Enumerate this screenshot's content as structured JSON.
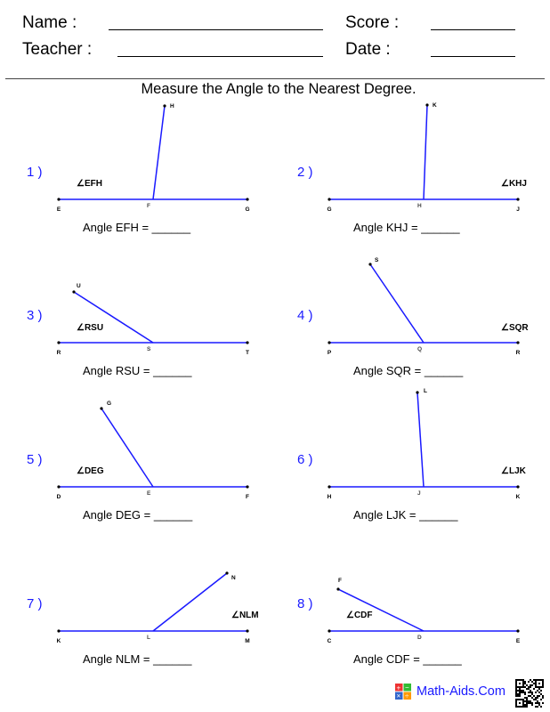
{
  "header": {
    "name_label": "Name :",
    "teacher_label": "Teacher :",
    "score_label": "Score :",
    "date_label": "Date :"
  },
  "title": "Measure the Angle to the Nearest Degree.",
  "problems": [
    {
      "number": "1 )",
      "angle_label": "∠EFH",
      "answer_text": "Angle EFH = ______",
      "points": [
        "E",
        "F",
        "G",
        "H"
      ]
    },
    {
      "number": "2 )",
      "angle_label": "∠KHJ",
      "answer_text": "Angle KHJ = ______",
      "points": [
        "G",
        "H",
        "J",
        "K"
      ]
    },
    {
      "number": "3 )",
      "angle_label": "∠RSU",
      "answer_text": "Angle RSU = ______",
      "points": [
        "R",
        "S",
        "T",
        "U"
      ]
    },
    {
      "number": "4 )",
      "angle_label": "∠SQR",
      "answer_text": "Angle SQR = ______",
      "points": [
        "P",
        "Q",
        "R",
        "S"
      ]
    },
    {
      "number": "5 )",
      "angle_label": "∠DEG",
      "answer_text": "Angle DEG = ______",
      "points": [
        "D",
        "E",
        "F",
        "G"
      ]
    },
    {
      "number": "6 )",
      "angle_label": "∠LJK",
      "answer_text": "Angle LJK = ______",
      "points": [
        "H",
        "J",
        "K",
        "L"
      ]
    },
    {
      "number": "7 )",
      "angle_label": "∠NLM",
      "answer_text": "Angle NLM = ______",
      "points": [
        "K",
        "L",
        "M",
        "N"
      ]
    },
    {
      "number": "8 )",
      "angle_label": "∠CDF",
      "answer_text": "Angle CDF = ______",
      "points": [
        "C",
        "D",
        "E",
        "F"
      ]
    }
  ],
  "footer": {
    "brand": "Math-Aids.Com",
    "logo_icon": "calculator-icon",
    "qr_icon": "qr-code-icon"
  },
  "colors": {
    "line": "#1a1aff",
    "number": "#1a1aff"
  }
}
